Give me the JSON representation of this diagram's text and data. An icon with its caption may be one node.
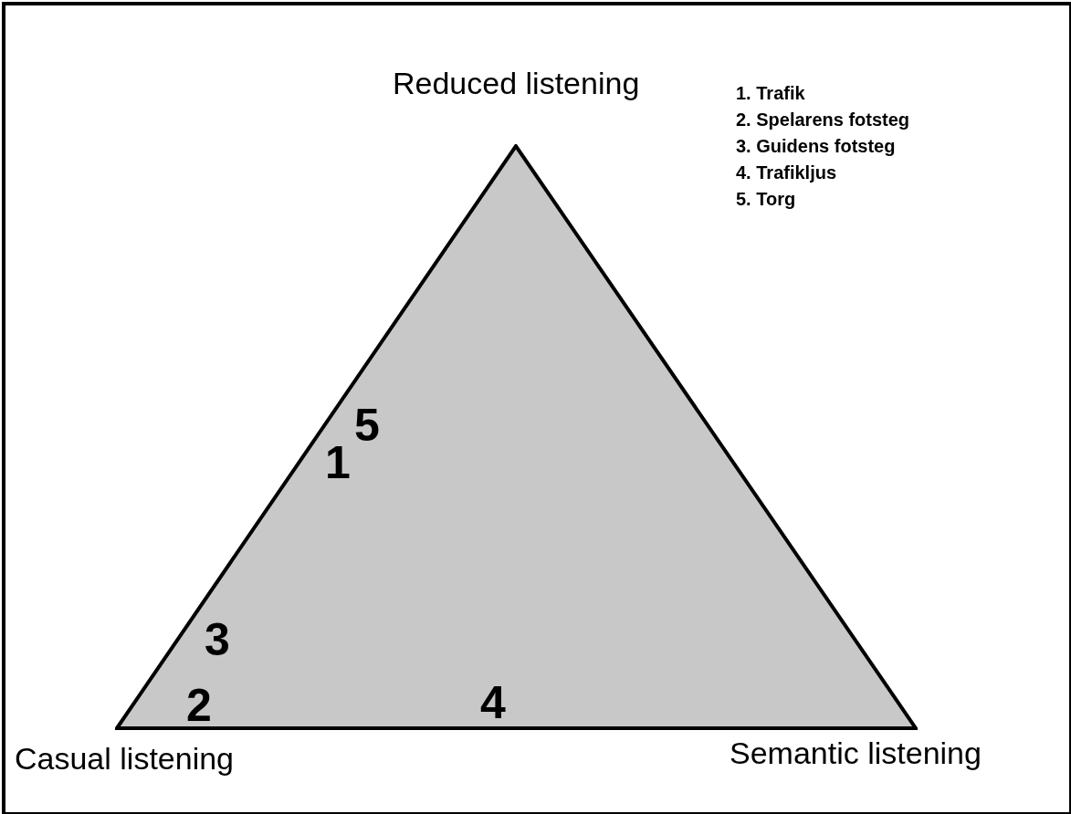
{
  "diagram": {
    "nodes": [
      {
        "text": [],
        "shape": "triangle"
      }
    ],
    "edges": [],
    "labels": [
      "Reduced listening",
      "1. Trafik",
      "2. Spelarens fotsteg",
      "3. Guidens fotsteg",
      "4. Trafikljus",
      "5. Torg",
      "5",
      "1",
      "3",
      "2",
      "4",
      "Casual listening",
      "Semantic listening"
    ]
  }
}
